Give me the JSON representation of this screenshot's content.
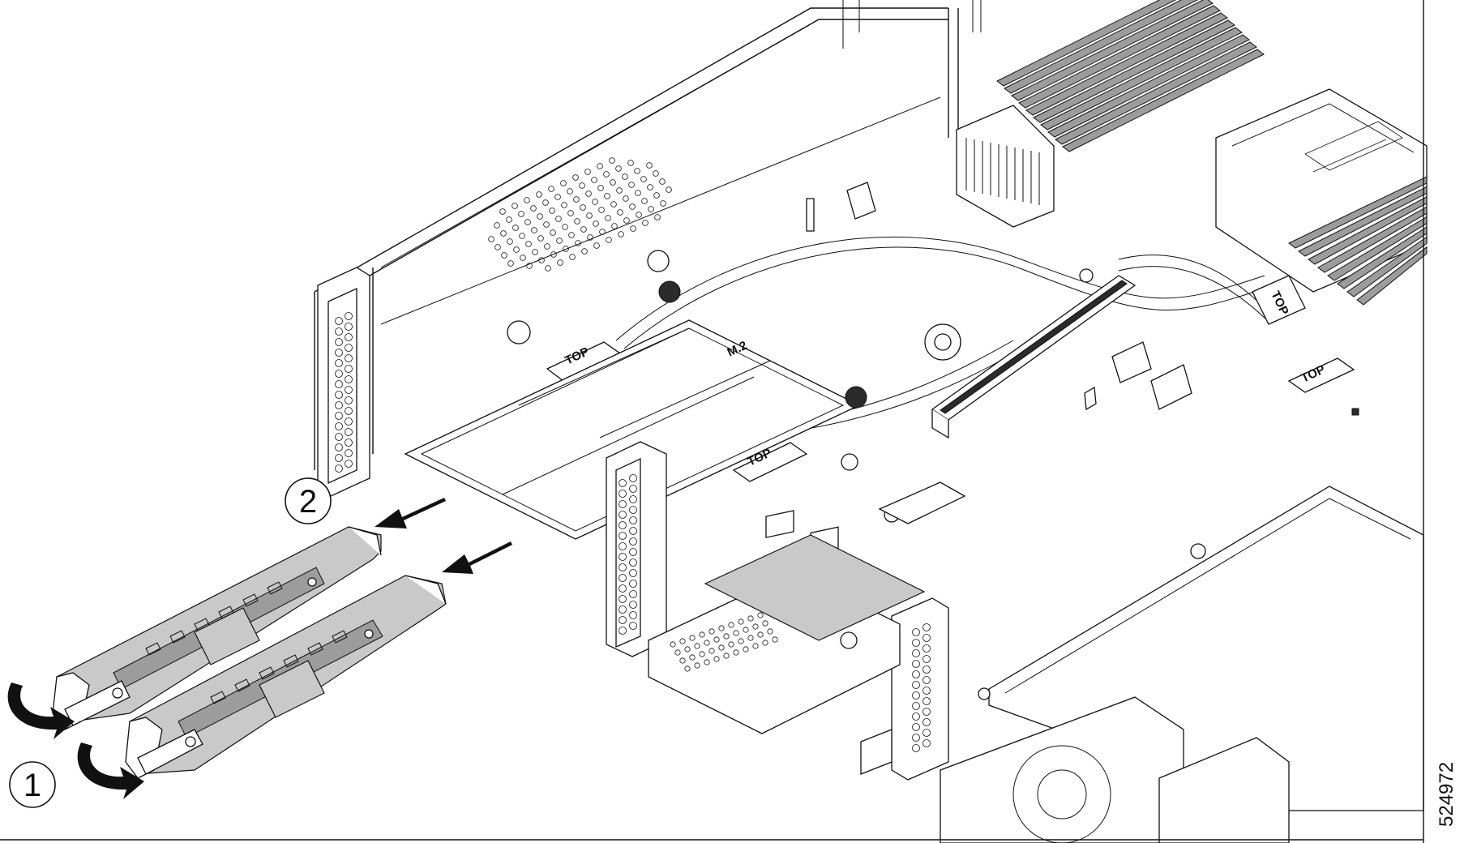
{
  "callouts": {
    "c1": "1",
    "c2": "2"
  },
  "labels": {
    "top": "TOP",
    "m2": "M.2"
  },
  "figure_id": "524972",
  "icons": [
    "arrow-icon",
    "curved-arrow-icon"
  ]
}
